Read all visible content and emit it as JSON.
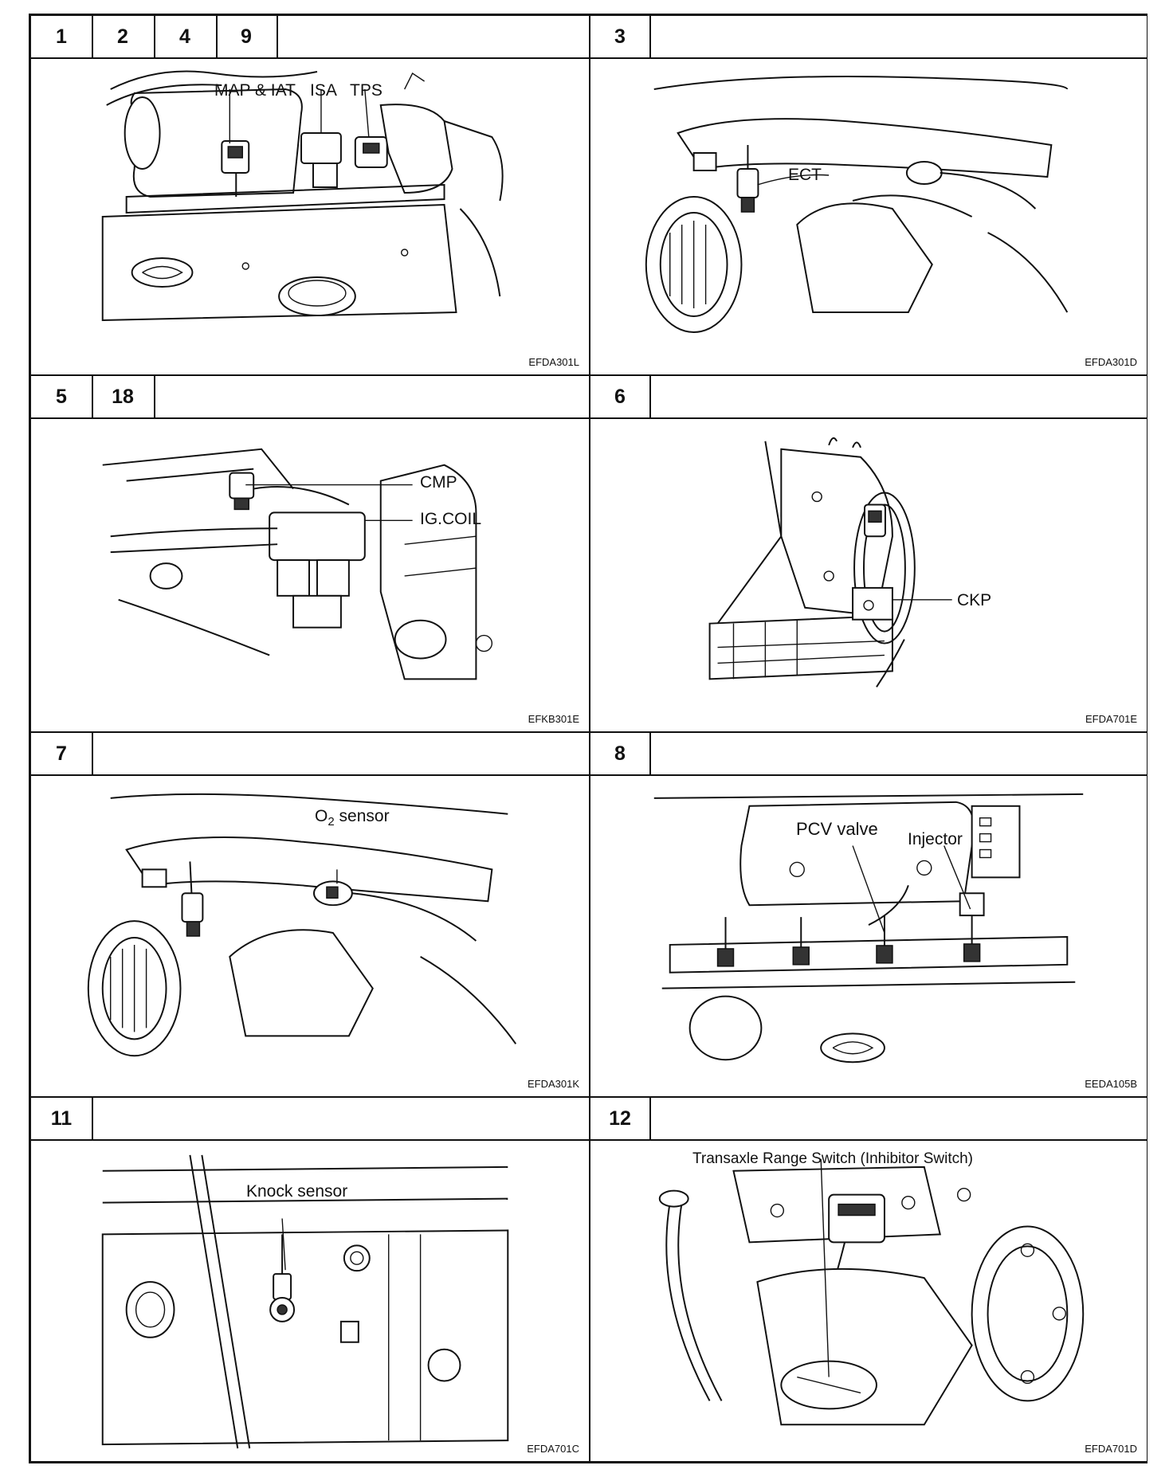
{
  "panels": [
    {
      "id": "p1",
      "step_numbers": [
        "1",
        "2",
        "4",
        "9"
      ],
      "callouts": [
        "MAP & IAT",
        "ISA",
        "TPS"
      ],
      "figure_code": "EFDA301L"
    },
    {
      "id": "p3",
      "step_numbers": [
        "3"
      ],
      "callouts": [
        "ECT"
      ],
      "figure_code": "EFDA301D"
    },
    {
      "id": "p5",
      "step_numbers": [
        "5",
        "18"
      ],
      "callouts": [
        "CMP",
        "IG.COIL"
      ],
      "figure_code": "EFKB301E"
    },
    {
      "id": "p6",
      "step_numbers": [
        "6"
      ],
      "callouts": [
        "CKP"
      ],
      "figure_code": "EFDA701E"
    },
    {
      "id": "p7",
      "step_numbers": [
        "7"
      ],
      "callouts": [
        "O",
        "2",
        "sensor"
      ],
      "figure_code": "EFDA301K"
    },
    {
      "id": "p8",
      "step_numbers": [
        "8"
      ],
      "callouts": [
        "PCV valve",
        "Injector"
      ],
      "figure_code": "EEDA105B"
    },
    {
      "id": "p11",
      "step_numbers": [
        "11"
      ],
      "callouts": [
        "Knock sensor"
      ],
      "figure_code": "EFDA701C"
    },
    {
      "id": "p12",
      "step_numbers": [
        "12"
      ],
      "callouts": [
        "Transaxle Range Switch (Inhibitor Switch)"
      ],
      "figure_code": "EFDA701D"
    }
  ]
}
